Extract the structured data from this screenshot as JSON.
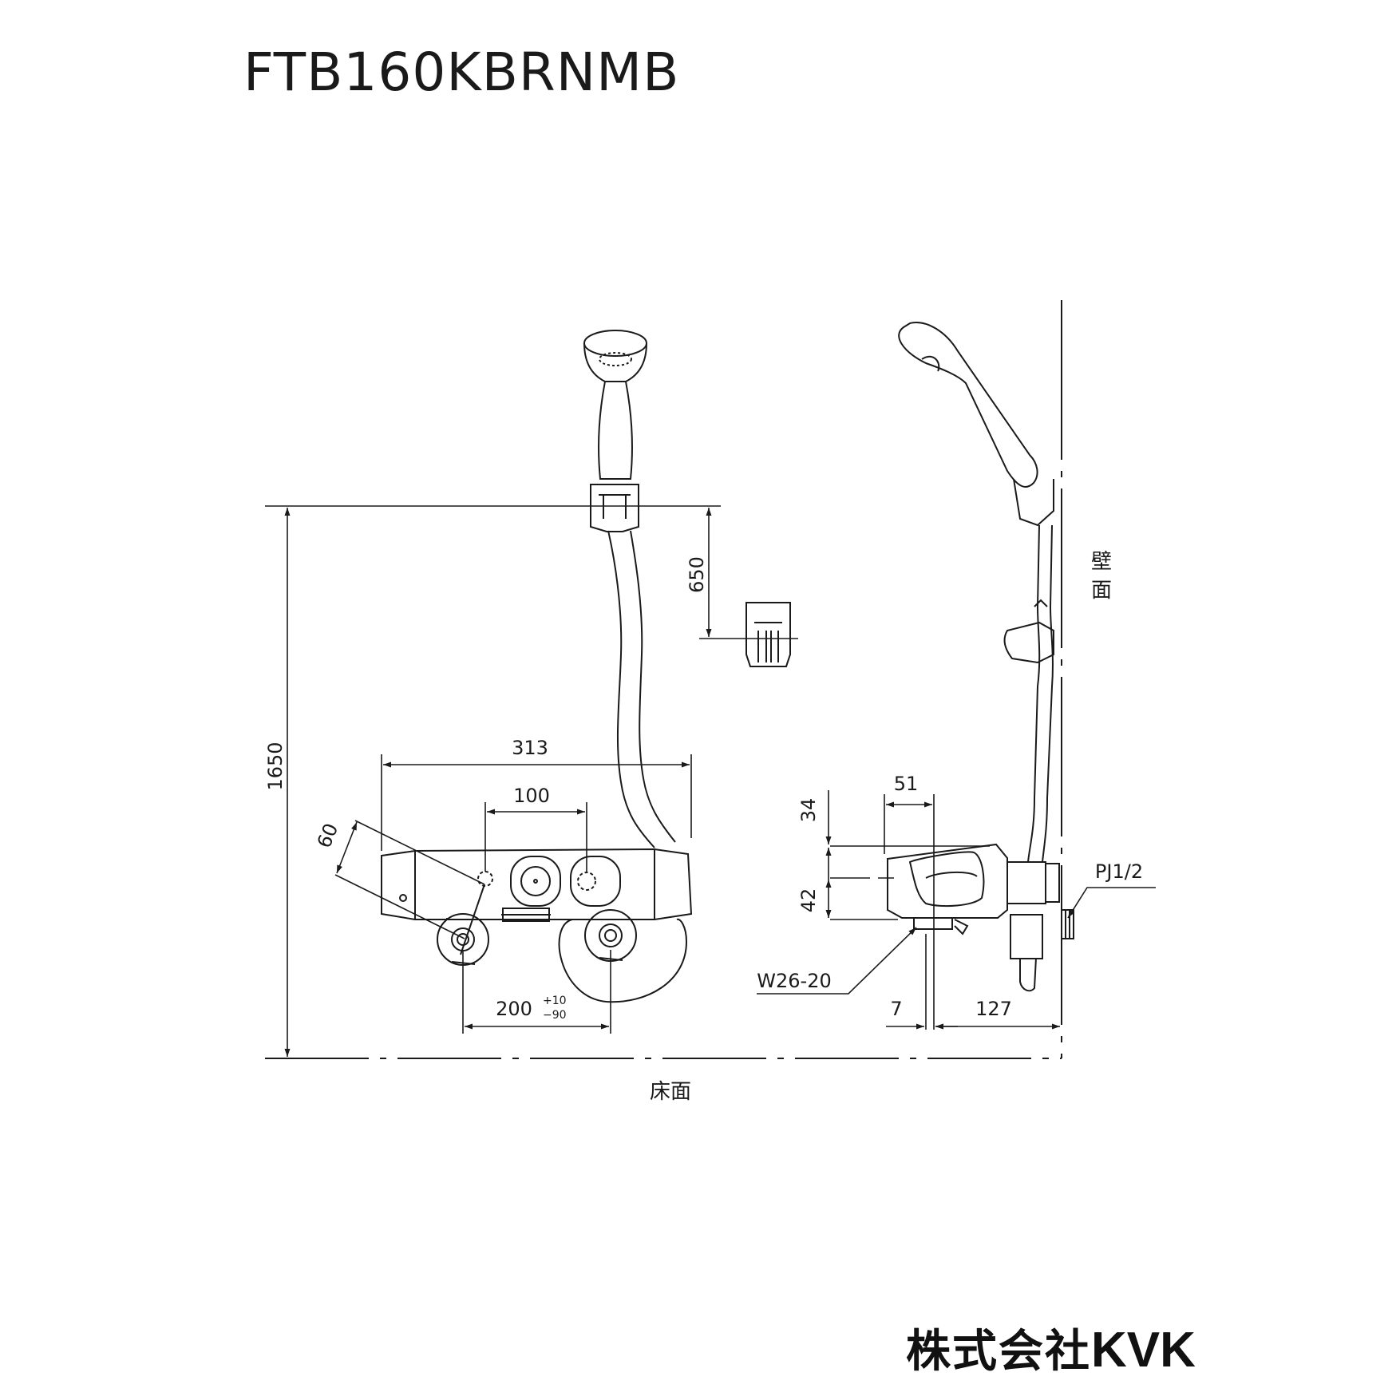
{
  "title": "FTB160KBRNMB",
  "brand": {
    "name": "株式会社",
    "logo": "KVK"
  },
  "dimensions": {
    "height_total": "1650",
    "holder_spacing": "650",
    "body_width": "313",
    "knob_spacing": "100",
    "pipe_offset": "60",
    "inlet_pitch": "200",
    "inlet_pitch_tol_plus": "+10",
    "inlet_pitch_tol_minus": "−90",
    "side_depth_a": "51",
    "side_height_a": "34",
    "side_height_b": "42",
    "outlet_offset": "7",
    "wall_depth": "127"
  },
  "labels": {
    "outlet_thread": "W26-20",
    "inlet_thread": "PJ1/2",
    "wall_1": "壁",
    "wall_2": "面",
    "floor": "床面"
  }
}
